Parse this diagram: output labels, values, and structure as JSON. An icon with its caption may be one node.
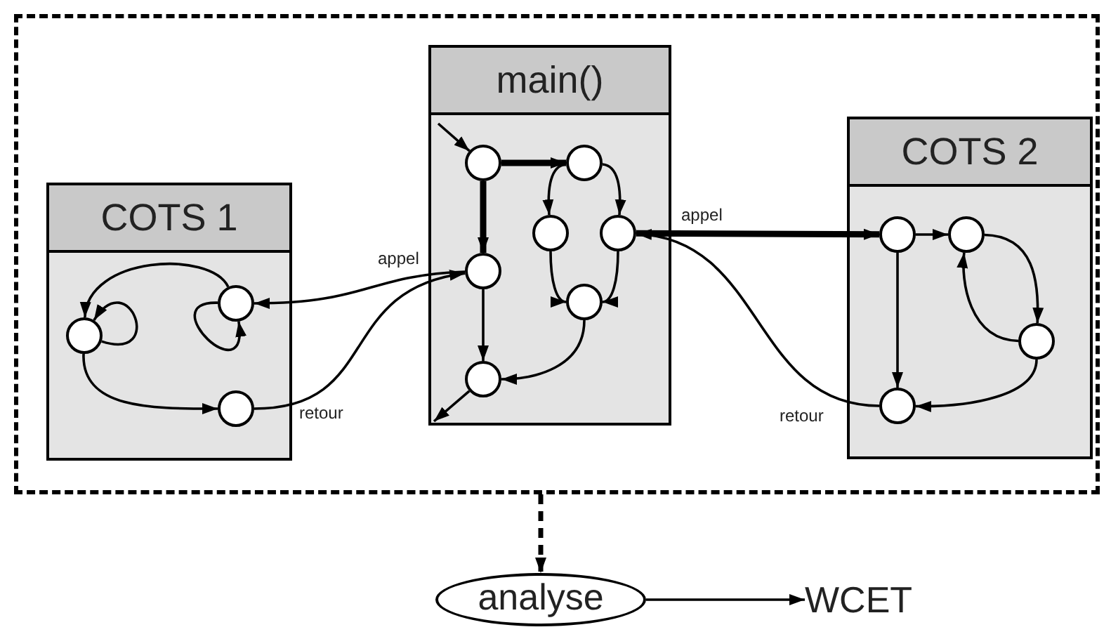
{
  "diagram": {
    "nodes": [
      {
        "text": [],
        "shape": "box"
      },
      {
        "text": [
          "COTS 1"
        ],
        "in": 0
      },
      {
        "text": [],
        "shape": "circle",
        "in": 1
      },
      {
        "text": [],
        "shape": "circle",
        "in": 1
      },
      {
        "text": [],
        "shape": "circle",
        "in": 1
      },
      {
        "text": [
          "main()"
        ],
        "in": 0
      },
      {
        "text": [],
        "shape": "circle",
        "in": 5
      },
      {
        "text": [],
        "shape": "circle",
        "in": 5
      },
      {
        "text": [],
        "shape": "circle",
        "in": 5
      },
      {
        "text": [],
        "shape": "circle",
        "in": 5
      },
      {
        "text": [],
        "shape": "circle",
        "in": 5
      },
      {
        "text": [],
        "shape": "circle",
        "in": 5
      },
      {
        "text": [],
        "shape": "circle",
        "in": 5
      },
      {
        "text": [
          "COTS 2"
        ],
        "in": 0
      },
      {
        "text": [],
        "shape": "circle",
        "in": 13
      },
      {
        "text": [],
        "shape": "circle",
        "in": 13
      },
      {
        "text": [],
        "shape": "circle",
        "in": 13
      },
      {
        "text": [],
        "shape": "circle",
        "in": 13
      },
      {
        "text": [
          "analyse"
        ]
      },
      {
        "text": [
          "WCET"
        ]
      }
    ],
    "edges": [
      {
        "from": 3,
        "to": 2,
        "arrow": "to"
      },
      {
        "from": 2,
        "to": 2,
        "arrow": "to"
      },
      {
        "from": 3,
        "to": 3,
        "arrow": "to"
      },
      {
        "from": 2,
        "to": 4,
        "arrow": "to"
      },
      {
        "from": 10,
        "to": 3,
        "arrow": "to",
        "label": "appel"
      },
      {
        "from": 4,
        "to": 10,
        "arrow": "to",
        "label": "retour"
      },
      {
        "from": null,
        "to": 6,
        "arrow": "to"
      },
      {
        "from": 6,
        "to": 7,
        "arrow": "to",
        "style": "thick"
      },
      {
        "from": 6,
        "to": 10,
        "arrow": "to",
        "style": "thick"
      },
      {
        "from": 7,
        "to": 8,
        "arrow": "to"
      },
      {
        "from": 7,
        "to": 9,
        "arrow": "to"
      },
      {
        "from": 8,
        "to": 11,
        "arrow": "to"
      },
      {
        "from": 9,
        "to": 11,
        "arrow": "to"
      },
      {
        "from": 10,
        "to": 12,
        "arrow": "to"
      },
      {
        "from": 11,
        "to": 12,
        "arrow": "to"
      },
      {
        "from": 12,
        "to": null,
        "arrow": "to"
      },
      {
        "from": 9,
        "to": 14,
        "arrow": "to",
        "label": "appel",
        "style": "thick"
      },
      {
        "from": 17,
        "to": 9,
        "arrow": "to",
        "label": "retour"
      },
      {
        "from": 14,
        "to": 15,
        "arrow": "to"
      },
      {
        "from": 14,
        "to": 17,
        "arrow": "to"
      },
      {
        "from": 15,
        "to": 16,
        "arrow": "to"
      },
      {
        "from": 16,
        "to": 15,
        "arrow": "to"
      },
      {
        "from": 16,
        "to": 17,
        "arrow": "to"
      },
      {
        "from": 0,
        "to": 18,
        "arrow": "to",
        "style": "dashed"
      },
      {
        "from": 18,
        "to": 19,
        "arrow": "to"
      }
    ]
  }
}
